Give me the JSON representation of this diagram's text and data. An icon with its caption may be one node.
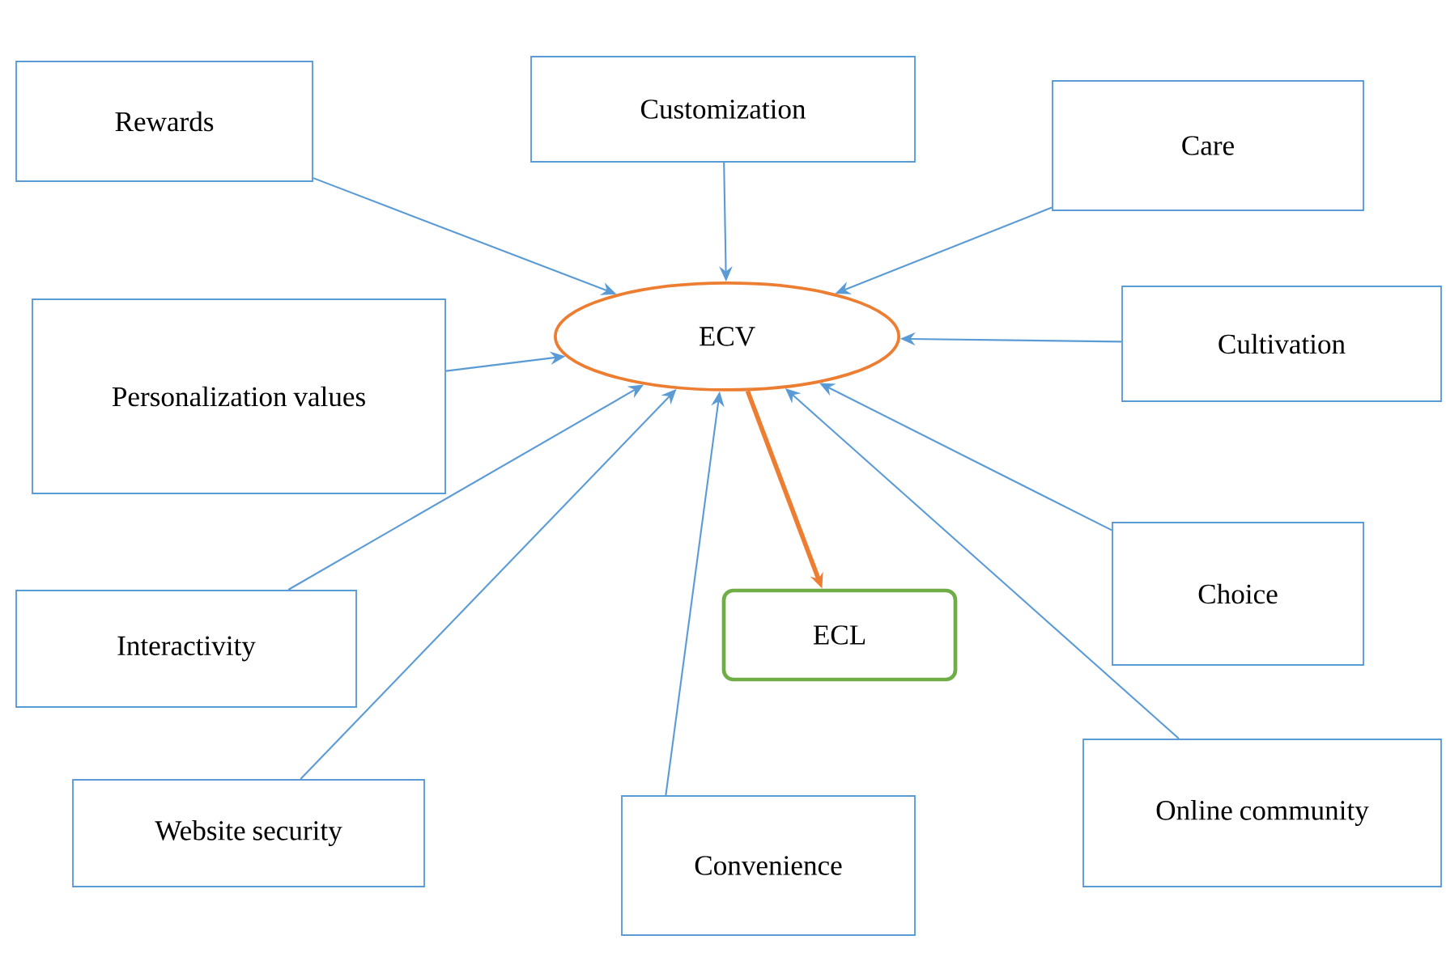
{
  "diagram": {
    "nodes": [
      {
        "text": [
          "Rewards"
        ]
      },
      {
        "text": [
          "Customization"
        ]
      },
      {
        "text": [
          "Care"
        ]
      },
      {
        "text": [
          "ECV"
        ]
      },
      {
        "text": [
          "Cultivation"
        ]
      },
      {
        "text": [
          "Personalization values"
        ]
      },
      {
        "text": [
          "Choice"
        ]
      },
      {
        "text": [
          "ECL"
        ]
      },
      {
        "text": [
          "Interactivity"
        ]
      },
      {
        "text": [
          "Website security"
        ]
      },
      {
        "text": [
          "Convenience"
        ]
      },
      {
        "text": [
          "Online community"
        ]
      }
    ],
    "edges": [
      {
        "from": 0,
        "to": 3,
        "arrow": "to"
      },
      {
        "from": 1,
        "to": 3,
        "arrow": "to"
      },
      {
        "from": 2,
        "to": 3,
        "arrow": "to"
      },
      {
        "from": 4,
        "to": 3,
        "arrow": "to"
      },
      {
        "from": 5,
        "to": 3,
        "arrow": "to"
      },
      {
        "from": 6,
        "to": 3,
        "arrow": "to"
      },
      {
        "from": 8,
        "to": 3,
        "arrow": "to"
      },
      {
        "from": 9,
        "to": 3,
        "arrow": "to"
      },
      {
        "from": 10,
        "to": 3,
        "arrow": "to"
      },
      {
        "from": 11,
        "to": 3,
        "arrow": "to"
      },
      {
        "from": 3,
        "to": 7,
        "arrow": "to",
        "style": "thick",
        "color": "#ed7d31"
      }
    ]
  }
}
